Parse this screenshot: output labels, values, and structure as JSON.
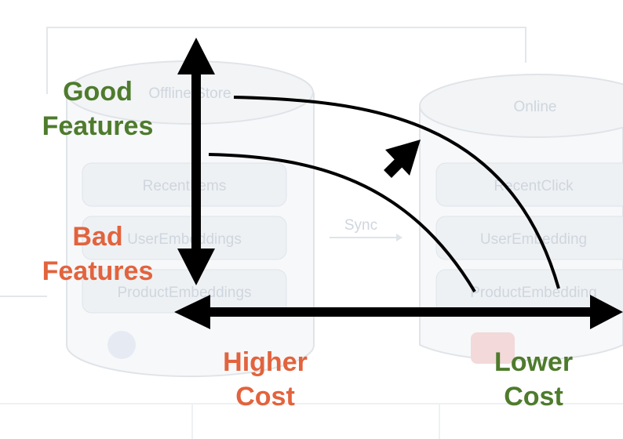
{
  "background_diagram": {
    "offline_store_label": "Offline Store",
    "offline_items": [
      "RecentItems",
      "UserEmbeddings",
      "ProductEmbeddings"
    ],
    "online_store_label": "Online",
    "online_items": [
      "RecentClick",
      "UserEmbedding",
      "ProductEmbedding"
    ],
    "sync_label": "Sync"
  },
  "annotations": {
    "good_features": [
      "Good",
      "Features"
    ],
    "bad_features": [
      "Bad",
      "Features"
    ],
    "higher_cost": [
      "Higher",
      "Cost"
    ],
    "lower_cost": [
      "Lower",
      "Cost"
    ]
  },
  "colors": {
    "good": "#4e7b2c",
    "bad": "#e2633d",
    "arrows": "#000000",
    "faint": "#cfd6de"
  }
}
